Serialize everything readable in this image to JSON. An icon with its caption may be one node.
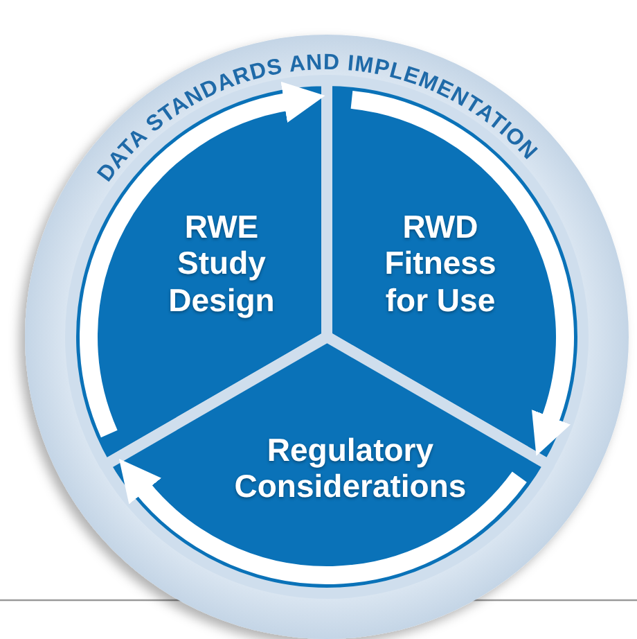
{
  "diagram": {
    "nodes": [
      {
        "text": [
          "RWE Study Design"
        ]
      },
      {
        "text": [
          "RWD Fitness for Use"
        ]
      },
      {
        "text": [
          "Regulatory Considerations"
        ]
      }
    ],
    "edges": [
      {
        "from": 0,
        "to": 1,
        "arrow": "to"
      },
      {
        "from": 1,
        "to": 2,
        "arrow": "to"
      },
      {
        "from": 2,
        "to": 0,
        "arrow": "to"
      }
    ],
    "labels": [
      "DATA STANDARDS AND IMPLEMENTATION"
    ]
  }
}
